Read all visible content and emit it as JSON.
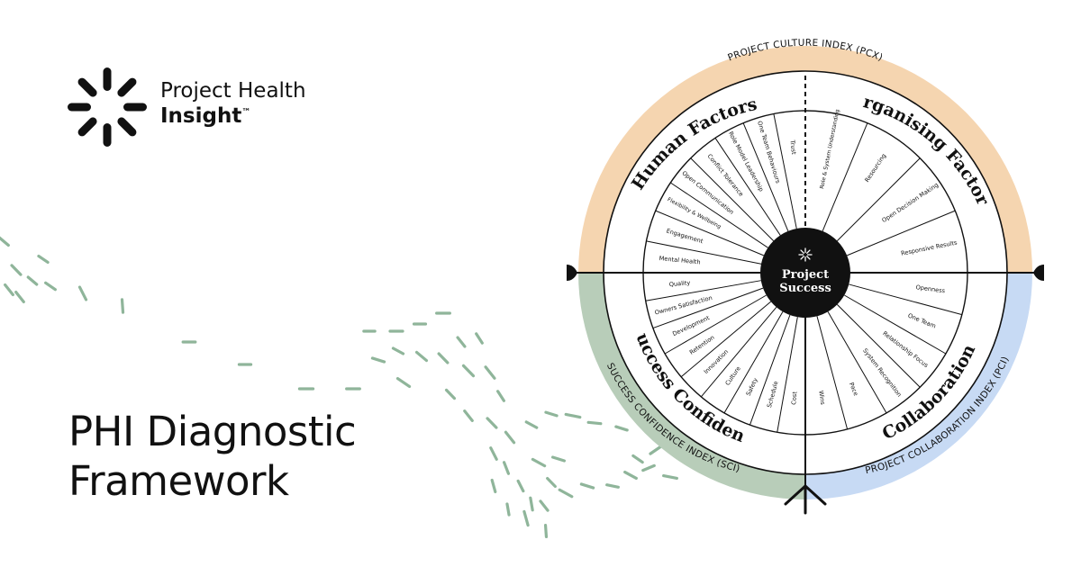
{
  "brand": {
    "line1": "Project Health",
    "line2": "Insight",
    "trademark": "™"
  },
  "title": {
    "line1": "PHI Diagnostic",
    "line2": "Framework"
  },
  "wheel": {
    "center": "Project Success",
    "center_line1": "Project",
    "center_line2": "Success",
    "outer_labels": {
      "top": "PROJECT CULTURE INDEX (PCX)",
      "bottom_left": "SUCCESS CONFIDENCE INDEX (SCI)",
      "bottom_right": "PROJECT COLLABORATION INDEX (PCI)"
    },
    "quadrants": {
      "top_left": "Human Factors",
      "top_right": "Organising Factors",
      "bottom_left": "Success Confidence",
      "bottom_right": "Collaboration"
    },
    "segments": {
      "human_factors": [
        "Trust",
        "One Team Behaviours",
        "Role Model Leadership",
        "Conflict Tolerance",
        "Open Communication",
        "Flexibility & Wellbeing",
        "Engagement",
        "Mental Health"
      ],
      "organising_factors": [
        "Role & System Understanding",
        "Resourcing",
        "Open Decision Making",
        "Responsive Results"
      ],
      "collaboration": [
        "Openness",
        "One Team",
        "Relationship Focus",
        "System Recognition",
        "Pace",
        "Wins"
      ],
      "success_confidence": [
        "Quality",
        "Owners Satisfaction",
        "Development",
        "Retention",
        "Innovation",
        "Culture",
        "Safety",
        "Schedule",
        "Cost"
      ]
    },
    "colors": {
      "pcx": "#f5d5b0",
      "sci": "#b8cdb9",
      "pci": "#c7daf4",
      "accent": "#8fb59a",
      "ink": "#111111"
    }
  }
}
